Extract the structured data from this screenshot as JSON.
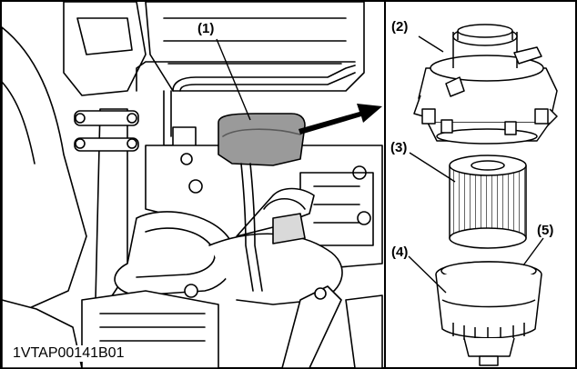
{
  "figure": {
    "id": "1VTAP00141B01",
    "callouts": {
      "c1": "(1)",
      "c2": "(2)",
      "c3": "(3)",
      "c4": "(4)",
      "c5": "(5)"
    },
    "colors": {
      "line": "#000000",
      "background": "#ffffff",
      "shade": "#9a9a9a",
      "light_shade": "#d9d9d9"
    }
  }
}
